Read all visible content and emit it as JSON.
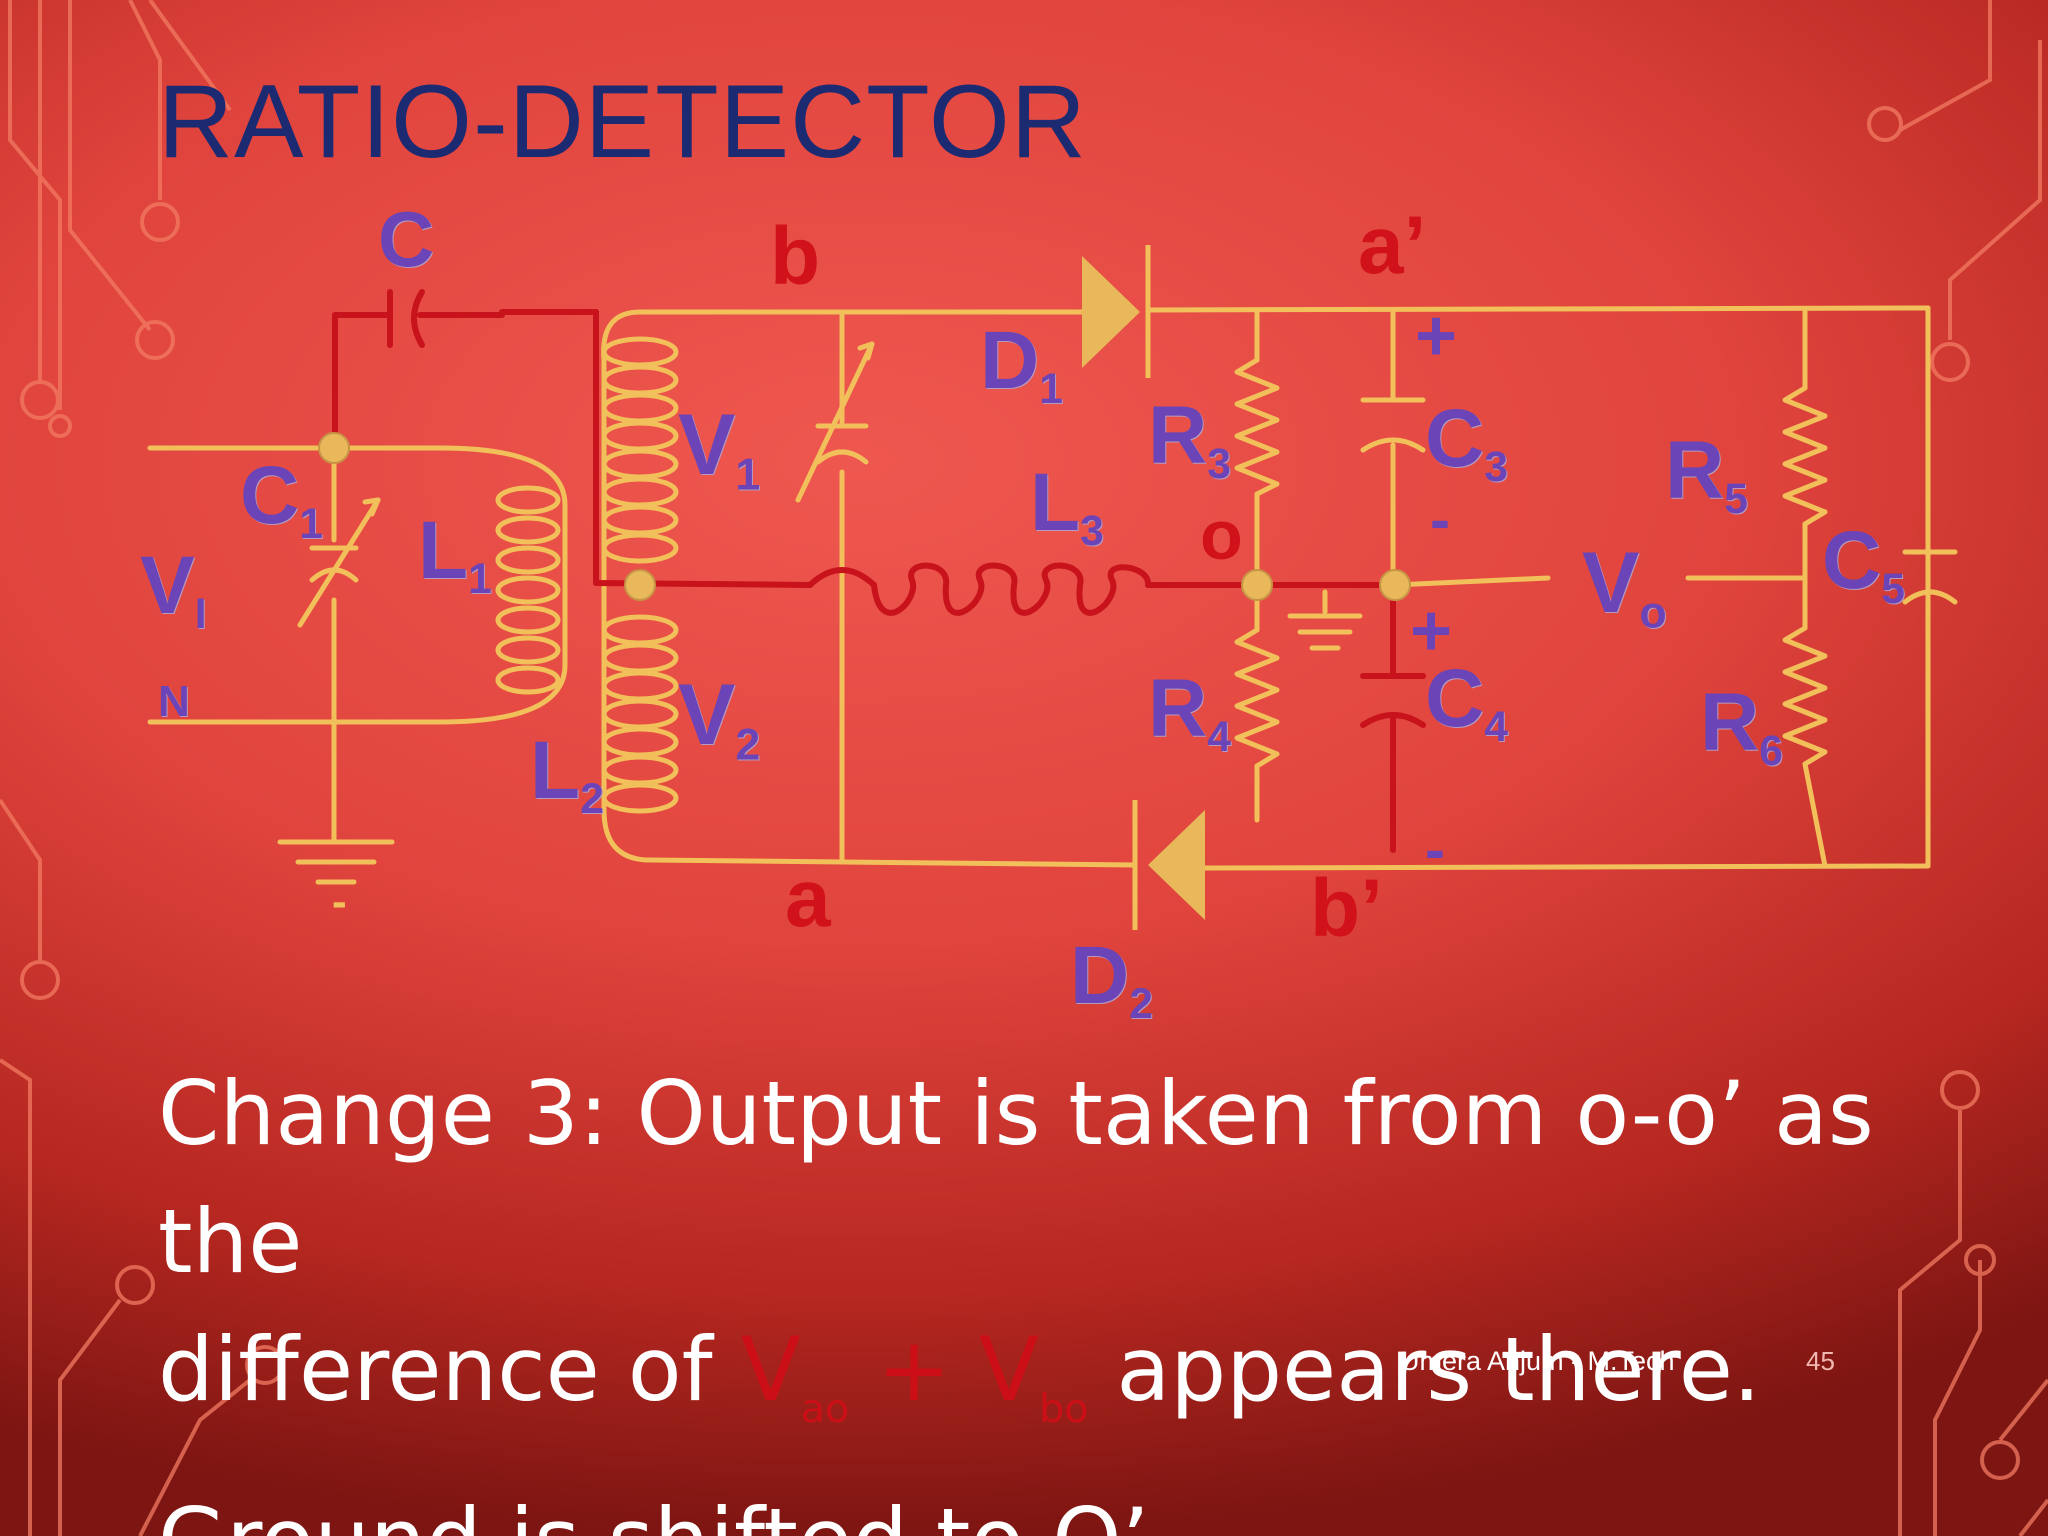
{
  "title": "RATIO-DETECTOR",
  "labels": {
    "C": "C",
    "C1": {
      "main": "C",
      "sub": "1"
    },
    "Vin": {
      "main": "V",
      "sub": "I",
      "tail": "N"
    },
    "L1": {
      "main": "L",
      "sub": "1"
    },
    "L2": {
      "main": "L",
      "sub": "2"
    },
    "V1": {
      "main": "V",
      "sub": "1"
    },
    "V2": {
      "main": "V",
      "sub": "2"
    },
    "D1": {
      "main": "D",
      "sub": "1"
    },
    "D2": {
      "main": "D",
      "sub": "2"
    },
    "L3": {
      "main": "L",
      "sub": "3"
    },
    "R3": {
      "main": "R",
      "sub": "3"
    },
    "R4": {
      "main": "R",
      "sub": "4"
    },
    "C3": {
      "main": "C",
      "sub": "3"
    },
    "C4": {
      "main": "C",
      "sub": "4"
    },
    "R5": {
      "main": "R",
      "sub": "5"
    },
    "R6": {
      "main": "R",
      "sub": "6"
    },
    "C5": {
      "main": "C",
      "sub": "5"
    },
    "Vo": {
      "main": "V",
      "sub": "o"
    }
  },
  "nodes": {
    "b": "b",
    "a": "a",
    "a_prime": "a’",
    "b_prime": "b’",
    "o": "o"
  },
  "signs": {
    "c3_plus": "+",
    "c3_minus": "-",
    "c4_plus": "+",
    "c4_minus": "-",
    "gnd_minus": "-"
  },
  "body": {
    "line1": "Change 3: Output is taken from o-o’ as the",
    "line2_pre": "difference of ",
    "v1": "V",
    "v1_sub": "ao",
    "plus": " + ",
    "v2": "V",
    "v2_sub": "bo",
    "line2_post": " appears there.",
    "line3": "Ground is shifted to O’."
  },
  "footer": {
    "author": "Umera Anjum - M.Tech",
    "page": "45"
  },
  "colors": {
    "wire": "#f2c05a",
    "red_wire": "#c8121c",
    "label": "#6b45b8",
    "title": "#1c2a72",
    "node_dot": "#e8b85a"
  }
}
